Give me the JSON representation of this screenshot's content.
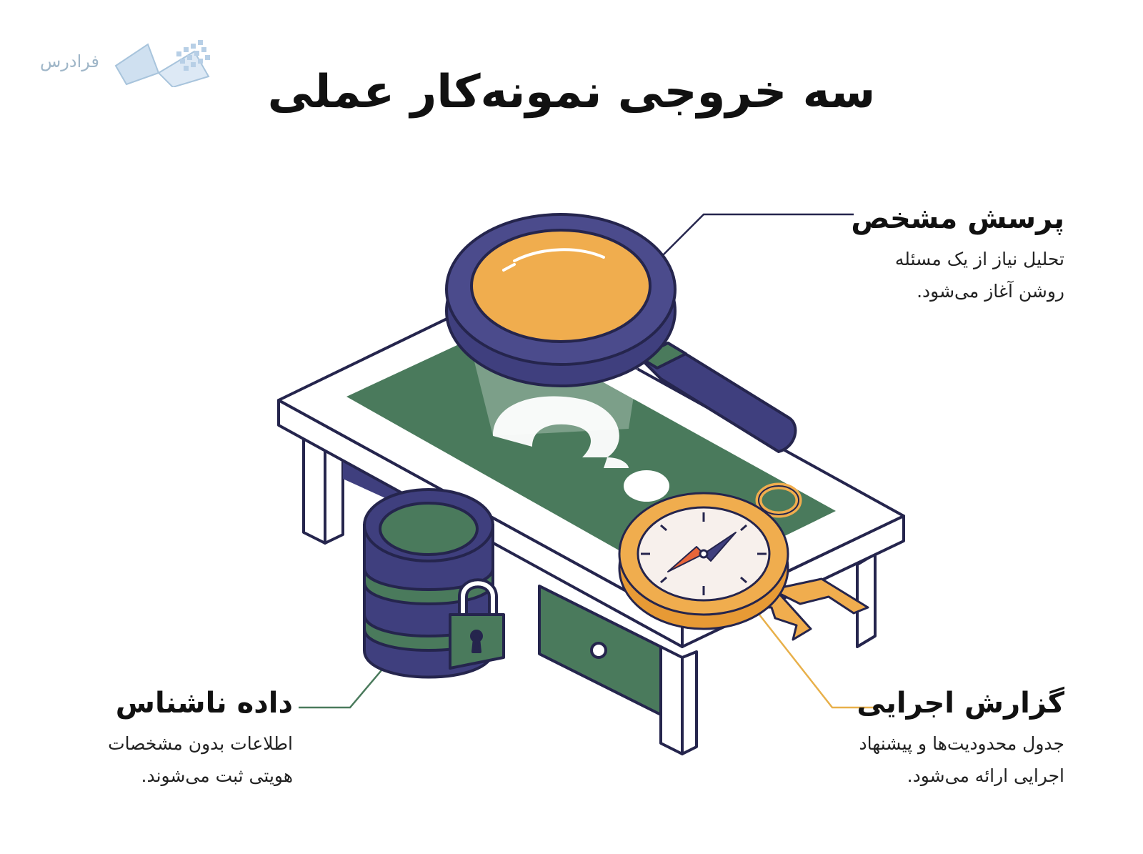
{
  "logo": {
    "text": "فرادرس"
  },
  "title": "سه خروجی نمونه‌کار عملی",
  "items": [
    {
      "id": "question",
      "heading": "پرسش مشخص",
      "lines": [
        "تحلیل نیاز از یک مسئله",
        "روشن آغاز می‌شود."
      ]
    },
    {
      "id": "report",
      "heading": "گزارش اجرایی",
      "lines": [
        "جدول محدودیت‌ها و پیشنهاد",
        "اجرایی ارائه می‌شود."
      ]
    },
    {
      "id": "anon",
      "heading": "داده ناشناس",
      "lines": [
        "اطلاعات بدون مشخصات",
        "هویتی ثبت می‌شوند."
      ]
    }
  ],
  "colors": {
    "navy": "#3f3f7e",
    "green": "#4a7a5c",
    "orange": "#f0ad4e",
    "outline": "#25254d",
    "line_navy": "#25254d",
    "line_green": "#4a7a5c",
    "line_orange": "#e8b04a"
  },
  "icons": [
    "magnifier-icon",
    "compass-icon",
    "database-icon",
    "padlock-icon",
    "question-mark-icon",
    "desk-icon"
  ]
}
